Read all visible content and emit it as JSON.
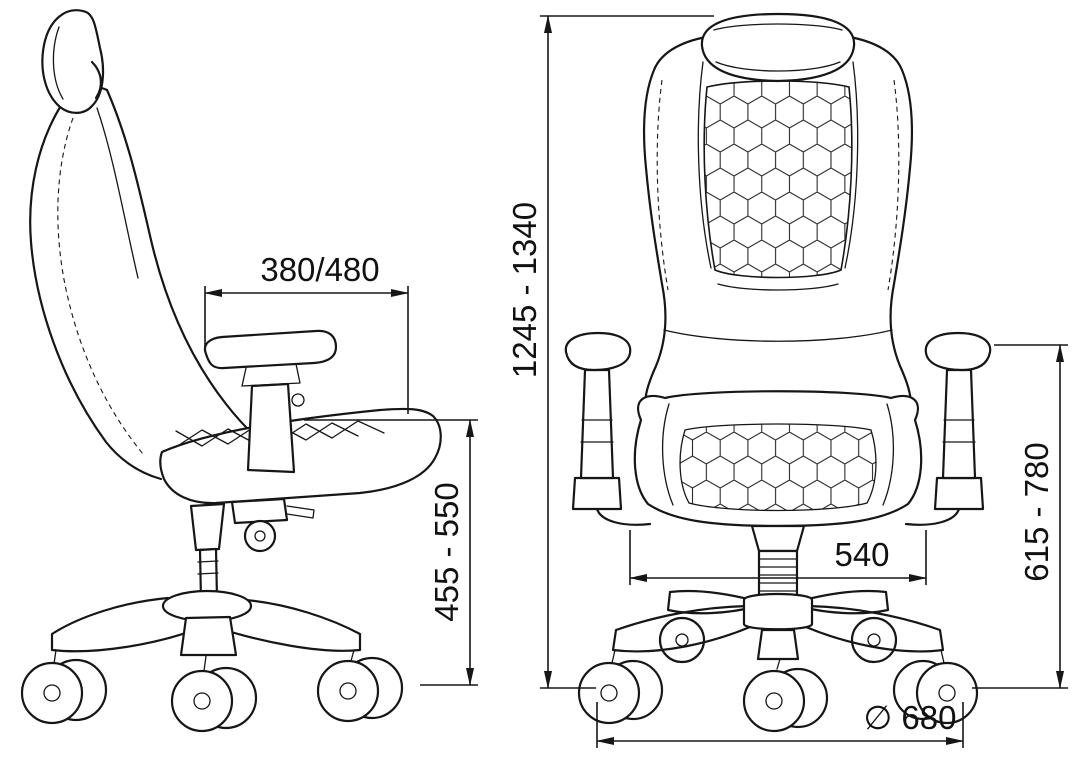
{
  "diagram": {
    "type": "technical-drawing",
    "subject": "gaming-chair",
    "views": [
      {
        "name": "side-view"
      },
      {
        "name": "front-view"
      }
    ],
    "colors": {
      "line": "#161616",
      "background": "#ffffff"
    },
    "dimensions": {
      "armrest_span": "380/480",
      "seat_height_range": "455 - 550",
      "overall_height_range": "1245 - 1340",
      "seat_width": "540",
      "armrest_height_range": "615 - 780",
      "base_diameter": "∅ 680"
    }
  }
}
